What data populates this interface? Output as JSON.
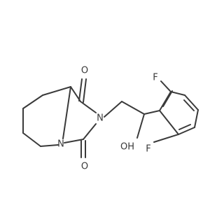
{
  "atoms": {
    "o_top": "O",
    "o_bottom": "O",
    "n_left": "N",
    "n_right": "N",
    "oh": "OH",
    "f_top": "F",
    "f_bottom": "F"
  },
  "colors": {
    "bond": "#3a3a3a",
    "text": "#3a3a3a",
    "background": "#ffffff"
  }
}
